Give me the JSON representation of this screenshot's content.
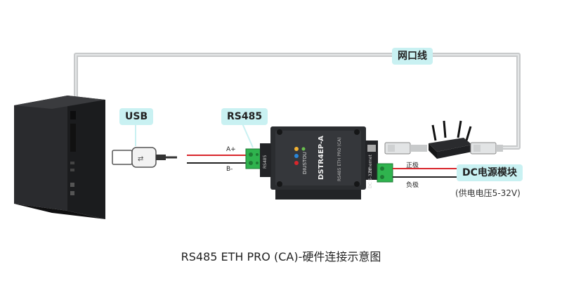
{
  "labels": {
    "network_cable": "网口线",
    "usb": "USB",
    "rs485": "RS485",
    "dc_power": "DC电源模块",
    "power_range": "(供电电压5-32V)",
    "a_plus": "A+",
    "b_minus": "B-",
    "positive": "正极",
    "negative": "负极"
  },
  "device": {
    "brand": "DIUSTOU",
    "model": "DSTR4EP-A",
    "subtitle": "RS485 ETH PRO (CA)",
    "port_label": "Ethernet",
    "dc_label": "DC 5-32V",
    "rs485_label": "RS485"
  },
  "caption": "RS485 ETH PRO (CA)-硬件连接示意图",
  "colors": {
    "tag_bg": "#c9f1f2",
    "cable_gray": "#c8cacb",
    "terminal_green": "#2fb34e",
    "wire_red": "#d9262c",
    "wire_black": "#222222"
  }
}
